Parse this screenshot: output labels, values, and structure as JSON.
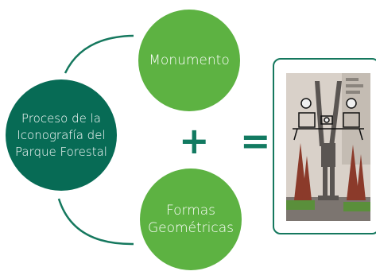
{
  "diagram": {
    "main_node": {
      "label": "Proceso de la\nIconografía del\nParque Forestal"
    },
    "input_nodes": [
      {
        "label": "Monumento"
      },
      {
        "label": "Formas\nGeométricas"
      }
    ],
    "operators": {
      "plus": "+",
      "equals": "="
    },
    "result": {
      "image": "monument-photo"
    }
  },
  "colors": {
    "dark_green": "#076b55",
    "light_green": "#5db242",
    "frame_border": "#15785e",
    "operator": "#127a61"
  }
}
